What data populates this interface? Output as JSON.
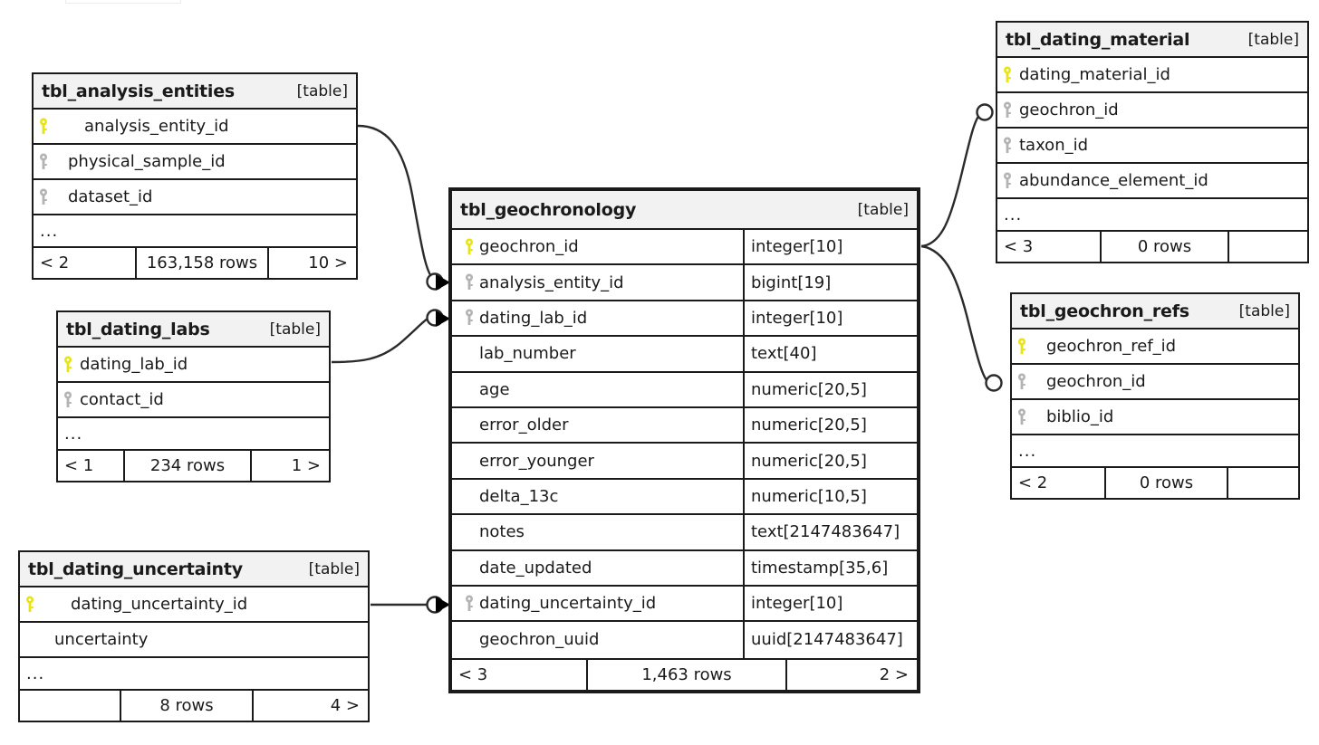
{
  "diagram": {
    "kind_label": "[table]",
    "ellipsis": "...",
    "colors": {
      "pk_key": "#e8e413",
      "fk_key": "#b3b3b3",
      "border": "#1a1a1a",
      "header_bg": "#f2f2f2",
      "body_bg": "#ffffff"
    }
  },
  "entities": {
    "analysis_entities": {
      "title": "tbl_analysis_entities",
      "kind": "[table]",
      "fields": [
        {
          "key": "pk",
          "name": "analysis_entity_id"
        },
        {
          "key": "fk",
          "name": "physical_sample_id"
        },
        {
          "key": "fk",
          "name": "dataset_id"
        }
      ],
      "ellipsis": "...",
      "footer": {
        "left": "< 2",
        "mid": "163,158 rows",
        "right": "10 >"
      }
    },
    "dating_labs": {
      "title": "tbl_dating_labs",
      "kind": "[table]",
      "fields": [
        {
          "key": "pk",
          "name": "dating_lab_id"
        },
        {
          "key": "fk",
          "name": "contact_id"
        }
      ],
      "ellipsis": "...",
      "footer": {
        "left": "< 1",
        "mid": "234 rows",
        "right": "1 >"
      }
    },
    "dating_uncertainty": {
      "title": "tbl_dating_uncertainty",
      "kind": "[table]",
      "fields": [
        {
          "key": "pk",
          "name": "dating_uncertainty_id"
        },
        {
          "key": "none",
          "name": "uncertainty"
        }
      ],
      "ellipsis": "...",
      "footer": {
        "left": "",
        "mid": "8 rows",
        "right": "4 >"
      }
    },
    "geochronology": {
      "title": "tbl_geochronology",
      "kind": "[table]",
      "fields": [
        {
          "key": "pk",
          "name": "geochron_id",
          "type": "integer[10]"
        },
        {
          "key": "fk",
          "name": "analysis_entity_id",
          "type": "bigint[19]"
        },
        {
          "key": "fk",
          "name": "dating_lab_id",
          "type": "integer[10]"
        },
        {
          "key": "none",
          "name": "lab_number",
          "type": "text[40]"
        },
        {
          "key": "none",
          "name": "age",
          "type": "numeric[20,5]"
        },
        {
          "key": "none",
          "name": "error_older",
          "type": "numeric[20,5]"
        },
        {
          "key": "none",
          "name": "error_younger",
          "type": "numeric[20,5]"
        },
        {
          "key": "none",
          "name": "delta_13c",
          "type": "numeric[10,5]"
        },
        {
          "key": "none",
          "name": "notes",
          "type": "text[2147483647]"
        },
        {
          "key": "none",
          "name": "date_updated",
          "type": "timestamp[35,6]"
        },
        {
          "key": "fk",
          "name": "dating_uncertainty_id",
          "type": "integer[10]"
        },
        {
          "key": "none",
          "name": "geochron_uuid",
          "type": "uuid[2147483647]"
        }
      ],
      "footer": {
        "left": "< 3",
        "mid": "1,463 rows",
        "right": "2 >"
      }
    },
    "dating_material": {
      "title": "tbl_dating_material",
      "kind": "[table]",
      "fields": [
        {
          "key": "pk",
          "name": "dating_material_id"
        },
        {
          "key": "fk",
          "name": "geochron_id"
        },
        {
          "key": "fk",
          "name": "taxon_id"
        },
        {
          "key": "fk",
          "name": "abundance_element_id"
        }
      ],
      "ellipsis": "...",
      "footer": {
        "left": "< 3",
        "mid": "0 rows",
        "right": ""
      }
    },
    "geochron_refs": {
      "title": "tbl_geochron_refs",
      "kind": "[table]",
      "fields": [
        {
          "key": "pk",
          "name": "geochron_ref_id"
        },
        {
          "key": "fk",
          "name": "geochron_id"
        },
        {
          "key": "fk",
          "name": "biblio_id"
        }
      ],
      "ellipsis": "...",
      "footer": {
        "left": "< 2",
        "mid": "0 rows",
        "right": ""
      }
    }
  },
  "relationships": [
    {
      "name": "analysis_entities-to-geochronology",
      "from": "tbl_analysis_entities.analysis_entity_id",
      "to": "tbl_geochronology.analysis_entity_id"
    },
    {
      "name": "dating_labs-to-geochronology",
      "from": "tbl_dating_labs.dating_lab_id",
      "to": "tbl_geochronology.dating_lab_id"
    },
    {
      "name": "dating_uncertainty-to-geochronology",
      "from": "tbl_dating_uncertainty.dating_uncertainty_id",
      "to": "tbl_geochronology.dating_uncertainty_id"
    },
    {
      "name": "geochronology-to-dating_material",
      "from": "tbl_geochronology.geochron_id",
      "to": "tbl_dating_material.geochron_id"
    },
    {
      "name": "geochronology-to-geochron_refs",
      "from": "tbl_geochronology.geochron_id",
      "to": "tbl_geochron_refs.geochron_id"
    }
  ]
}
